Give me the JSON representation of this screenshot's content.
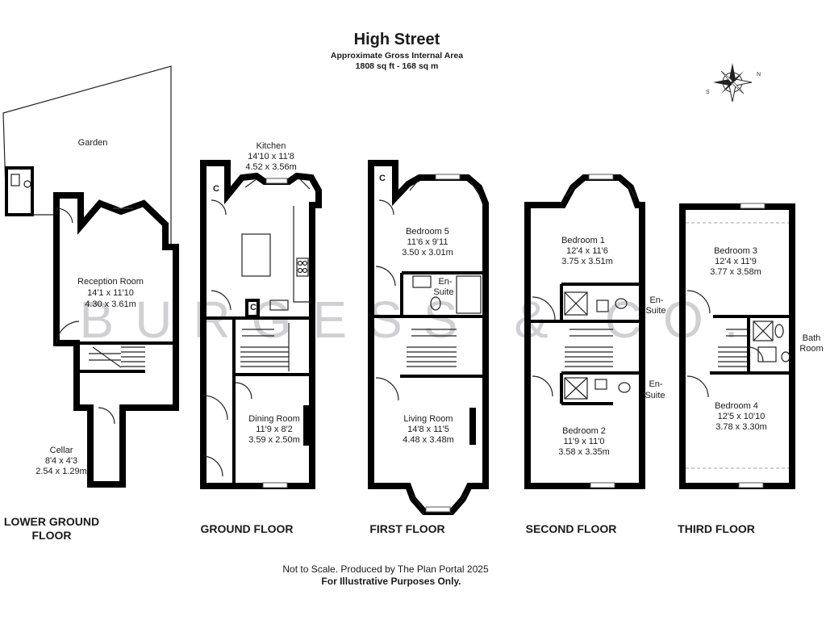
{
  "header": {
    "title": "High Street",
    "subtitle": "Approximate Gross Internal Area",
    "area": "1808 sq ft - 168 sq m"
  },
  "watermark": "BURGESS & CO.",
  "floors": {
    "lower_ground": {
      "label_line1": "LOWER GROUND",
      "label_line2": "FLOOR",
      "garden": "Garden",
      "reception": {
        "name": "Reception Room",
        "imperial": "14'1 x 11'10",
        "metric": "4.30 x 3.61m"
      },
      "cellar": {
        "name": "Cellar",
        "imperial": "8'4 x 4'3",
        "metric": "2.54 x 1.29m"
      }
    },
    "ground": {
      "label": "GROUND FLOOR",
      "kitchen": {
        "name": "Kitchen",
        "imperial": "14'10 x 11'8",
        "metric": "4.52 x 3.56m"
      },
      "dining": {
        "name": "Dining Room",
        "imperial": "11'9 x 8'2",
        "metric": "3.59 x 2.50m"
      },
      "cupboard": "C"
    },
    "first": {
      "label": "FIRST FLOOR",
      "bedroom5": {
        "name": "Bedroom 5",
        "imperial": "11'6 x 9'11",
        "metric": "3.50 x 3.01m"
      },
      "ensuite_line1": "En-",
      "ensuite_line2": "Suite",
      "living": {
        "name": "Living Room",
        "imperial": "14'8 x 11'5",
        "metric": "4.48 x 3.48m"
      },
      "cupboard": "C"
    },
    "second": {
      "label": "SECOND FLOOR",
      "bedroom1": {
        "name": "Bedroom 1",
        "imperial": "12'4 x 11'6",
        "metric": "3.75 x 3.51m"
      },
      "ensuite_line1": "En-",
      "ensuite_line2": "Suite",
      "ensuite2_line1": "En-",
      "ensuite2_line2": "Suite",
      "bedroom2": {
        "name": "Bedroom 2",
        "imperial": "11'9 x 11'0",
        "metric": "3.58 x 3.35m"
      }
    },
    "third": {
      "label": "THIRD FLOOR",
      "bedroom3": {
        "name": "Bedroom 3",
        "imperial": "12'4 x 11'9",
        "metric": "3.77 x 3.58m"
      },
      "bath_line1": "Bath",
      "bath_line2": "Room",
      "bedroom4": {
        "name": "Bedroom 4",
        "imperial": "12'5 x 10'10",
        "metric": "3.78 x 3.30m"
      }
    }
  },
  "footer": {
    "note": "Not to Scale. Produced by The Plan Portal 2025",
    "disclaimer": "For Illustrative Purposes Only."
  },
  "icons": {
    "compass": "compass-rose-icon"
  }
}
